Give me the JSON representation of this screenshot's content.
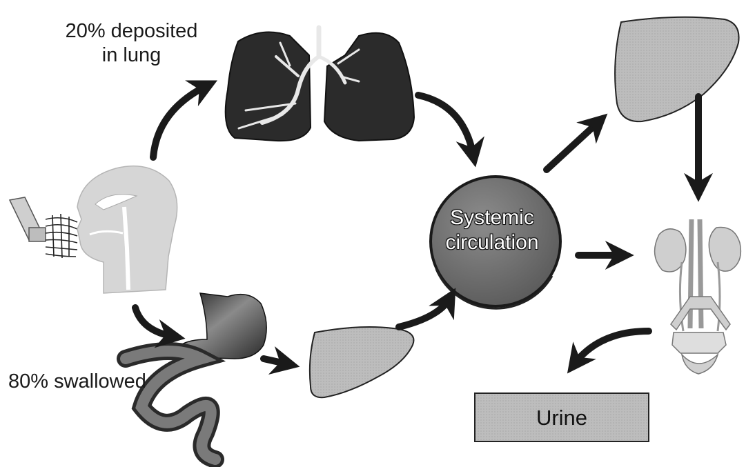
{
  "labels": {
    "deposited_line1": "20% deposited",
    "deposited_line2": "in lung",
    "swallowed": "80% swallowed",
    "systemic_line1": "Systemic",
    "systemic_line2": "circulation",
    "urine": "Urine"
  },
  "icons": [
    "inhaler-icon",
    "head-icon",
    "lungs-icon",
    "stomach-icon",
    "intestine-icon",
    "liver-icon",
    "kidneys-icon",
    "bloodstream-node",
    "urine-box"
  ],
  "colors": {
    "ink": "#1a1a1a",
    "organ_fill": "#b9b9b9",
    "lung_fill": "#2b2b2b",
    "circle_fill": "#6d6d6d",
    "head_fill": "#d4d4d4"
  }
}
